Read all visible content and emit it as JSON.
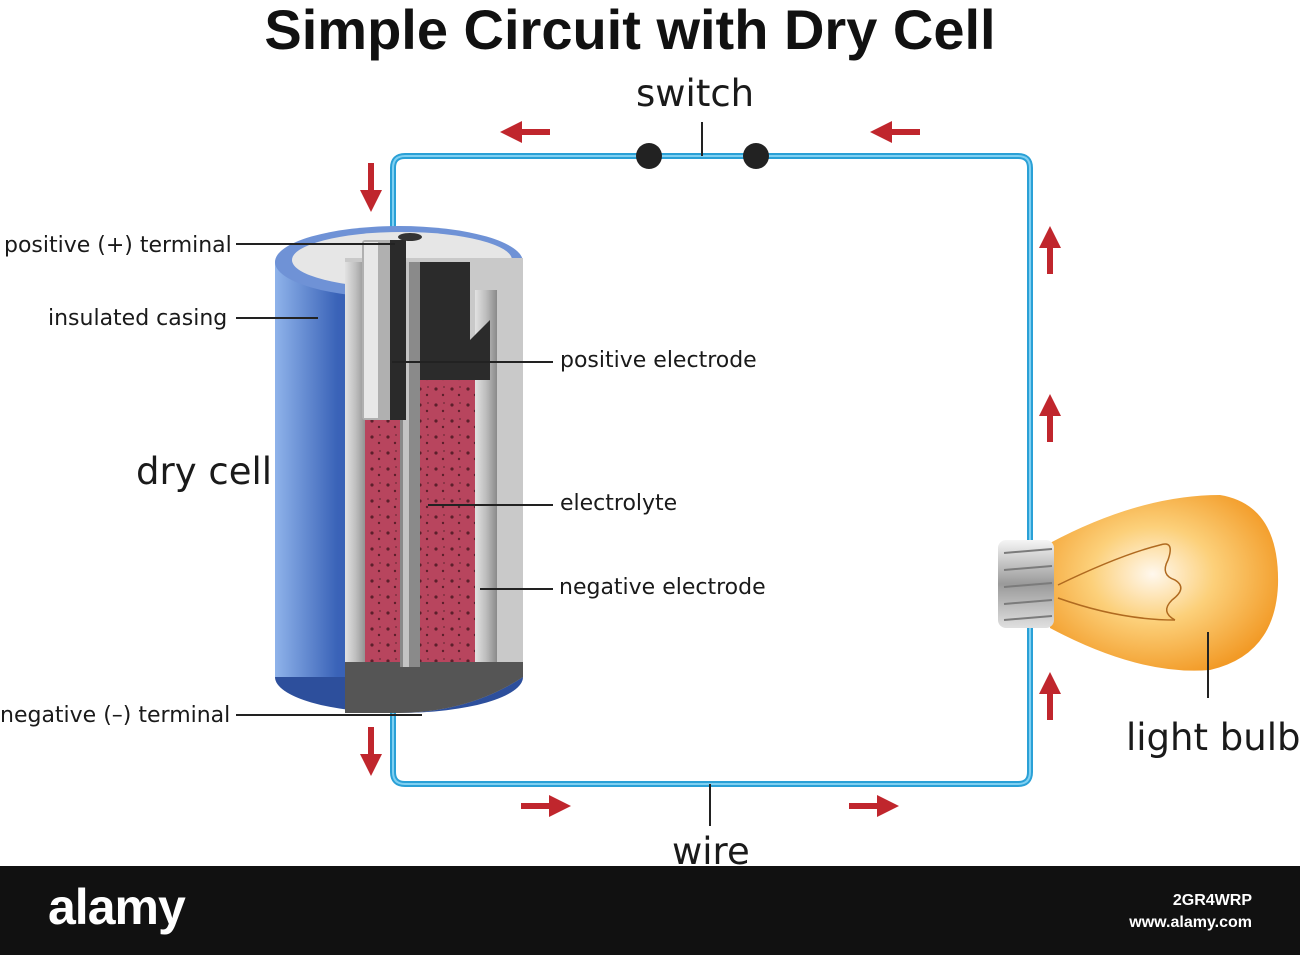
{
  "title": "Simple Circuit with Dry Cell",
  "labels": {
    "switch": "switch",
    "positive_terminal": "positive (+) terminal",
    "insulated_casing": "insulated casing",
    "dry_cell": "dry cell",
    "positive_electrode": "positive electrode",
    "electrolyte": "electrolyte",
    "negative_electrode": "negative electrode",
    "negative_terminal": "negative (–) terminal",
    "light_bulb": "light bulb",
    "wire": "wire"
  },
  "colors": {
    "wire": "#2aa0d6",
    "arrow": "#c0262d",
    "casing": "#3a63b8",
    "electrolyte": "#b8455e",
    "bulb": "#f7b040"
  },
  "footer": {
    "brand": "alamy",
    "image_id": "2GR4WRP",
    "site": "www.alamy.com"
  }
}
